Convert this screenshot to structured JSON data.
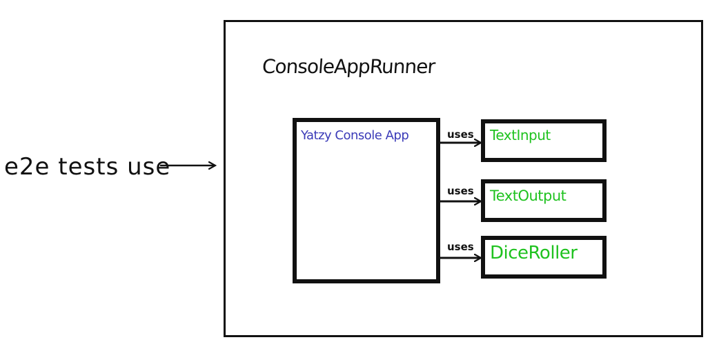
{
  "outer": {
    "title": "ConsoleAppRunner"
  },
  "entry": {
    "label": "e2e tests use"
  },
  "app": {
    "label": "Yatzy Console App",
    "color": "#3b3bb8"
  },
  "relations": [
    {
      "label": "uses"
    },
    {
      "label": "uses"
    },
    {
      "label": "uses"
    }
  ],
  "dependencies": [
    {
      "label": "TextInput",
      "color": "#1fc21f"
    },
    {
      "label": "TextOutput",
      "color": "#1fc21f"
    },
    {
      "label": "DiceRoller",
      "color": "#1fc21f"
    }
  ]
}
